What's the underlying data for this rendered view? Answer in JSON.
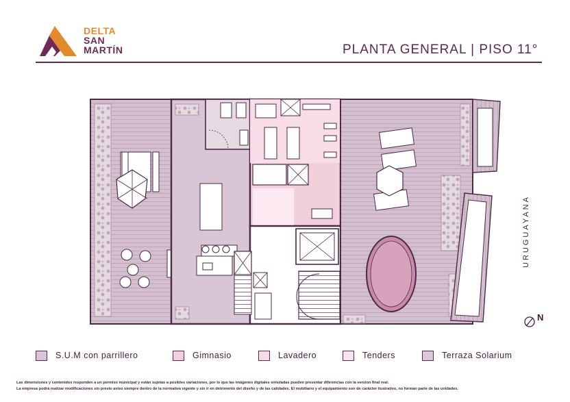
{
  "brand": {
    "line1": "DELTA",
    "line2": "SAN",
    "line3": "MARTÍN"
  },
  "title": "PLANTA GENERAL | PISO 11°",
  "street_label": "URUGUAYANA",
  "north_label": "N",
  "legend": [
    {
      "label": "S.U.M con parrillero",
      "color": "#d9c6d4"
    },
    {
      "label": "Gimnasio",
      "color": "#f2cfdc"
    },
    {
      "label": "Lavadero",
      "color": "#f6dce6"
    },
    {
      "label": "Tenders",
      "color": "#f9e3ec"
    },
    {
      "label": "Terraza Solarium",
      "color": "#ddc8d6"
    }
  ],
  "colors": {
    "wall": "#4a2a44",
    "deck": "#cdb6c6",
    "deck_line": "#b89fb1",
    "sum": "#d9c6d4",
    "gym": "#f2cfdc",
    "laundry": "#f6dce6",
    "tenders": "#f9e3ec",
    "pool": "#c98aa8",
    "brand_orange": "#e58a2b",
    "brand_purple": "#6e2a57"
  },
  "disclaimer": {
    "line1": "Las dimensiones y contenidos responden a un permiso municipal y están sujetas a posibles variaciones, por lo que las imágenes digitales simuladas pueden presentar diferencias con la version final real.",
    "line2": "La empresa podrá realizar modificaciones sin previo aviso siempre dentro de la normativa vigente y sin ir en detrimento del diseño y de las calidades. El mobiliario y el equipamiento  son de carácter ilustrativo, no forman parte de las unidades."
  }
}
